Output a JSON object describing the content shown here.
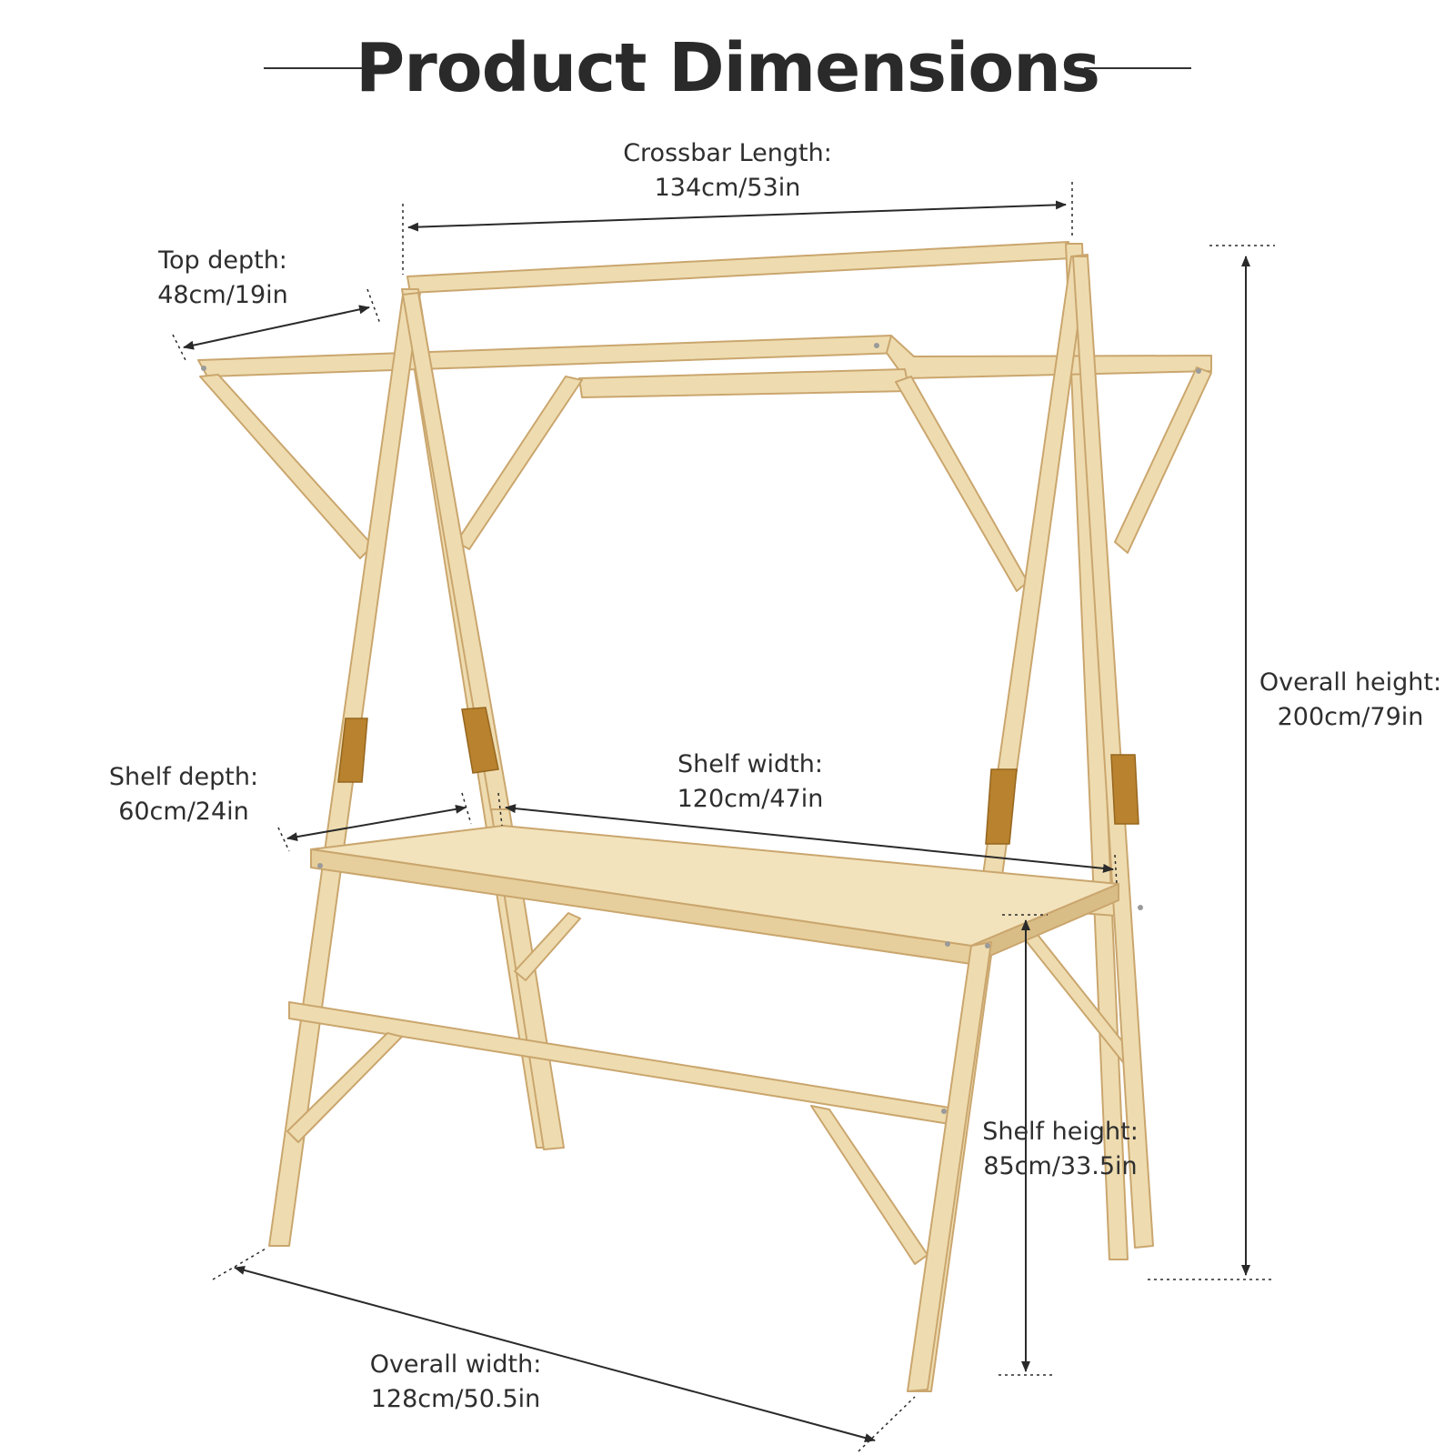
{
  "title": "Product Dimensions",
  "colors": {
    "wood": "#eedcb0",
    "wood_edge": "#caa66e",
    "wood_shade": "#d8bf88",
    "strap": "#b8822e",
    "line": "#2a2a2a"
  },
  "dimensions": {
    "crossbar": {
      "name": "Crossbar Length:",
      "value": "134cm/53in"
    },
    "top_depth": {
      "name": "Top depth:",
      "value": "48cm/19in"
    },
    "overall_height": {
      "name": "Overall height:",
      "value": "200cm/79in"
    },
    "shelf_depth": {
      "name": "Shelf depth:",
      "value": "60cm/24in"
    },
    "shelf_width": {
      "name": "Shelf width:",
      "value": "120cm/47in"
    },
    "shelf_height": {
      "name": "Shelf height:",
      "value": "85cm/33.5in"
    },
    "overall_width": {
      "name": "Overall width:",
      "value": "128cm/50.5in"
    }
  }
}
